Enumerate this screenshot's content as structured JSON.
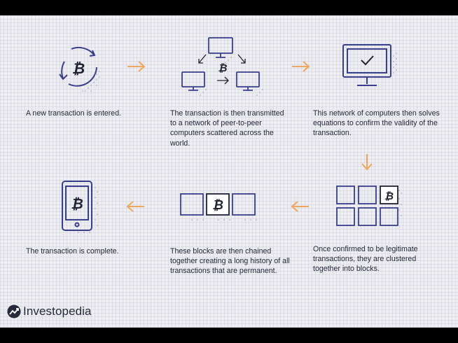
{
  "steps": {
    "entered": "A new transaction is entered.",
    "transmitted": "The transaction is then transmitted to a network of peer-to-peer computers scattered across the world.",
    "solves": "This network of computers then solves equations to confirm the validity of the transaction.",
    "clustered": "Once confirmed to be legitimate transactions, they are clustered together into blocks.",
    "chained": "These blocks are then chained together creating a long history of all transactions that are permanent.",
    "complete": "The transaction is complete."
  },
  "brand": {
    "name": "Investopedia"
  },
  "colors": {
    "ink": "#3a3f8c",
    "arrow": "#f0a860",
    "text": "#262a3a",
    "background": "#ededf2"
  },
  "icons": [
    "bitcoin-cycle-icon",
    "computer-network-icon",
    "monitor-checkmark-icon",
    "block-grid-icon",
    "chained-blocks-icon",
    "smartphone-bitcoin-icon"
  ]
}
